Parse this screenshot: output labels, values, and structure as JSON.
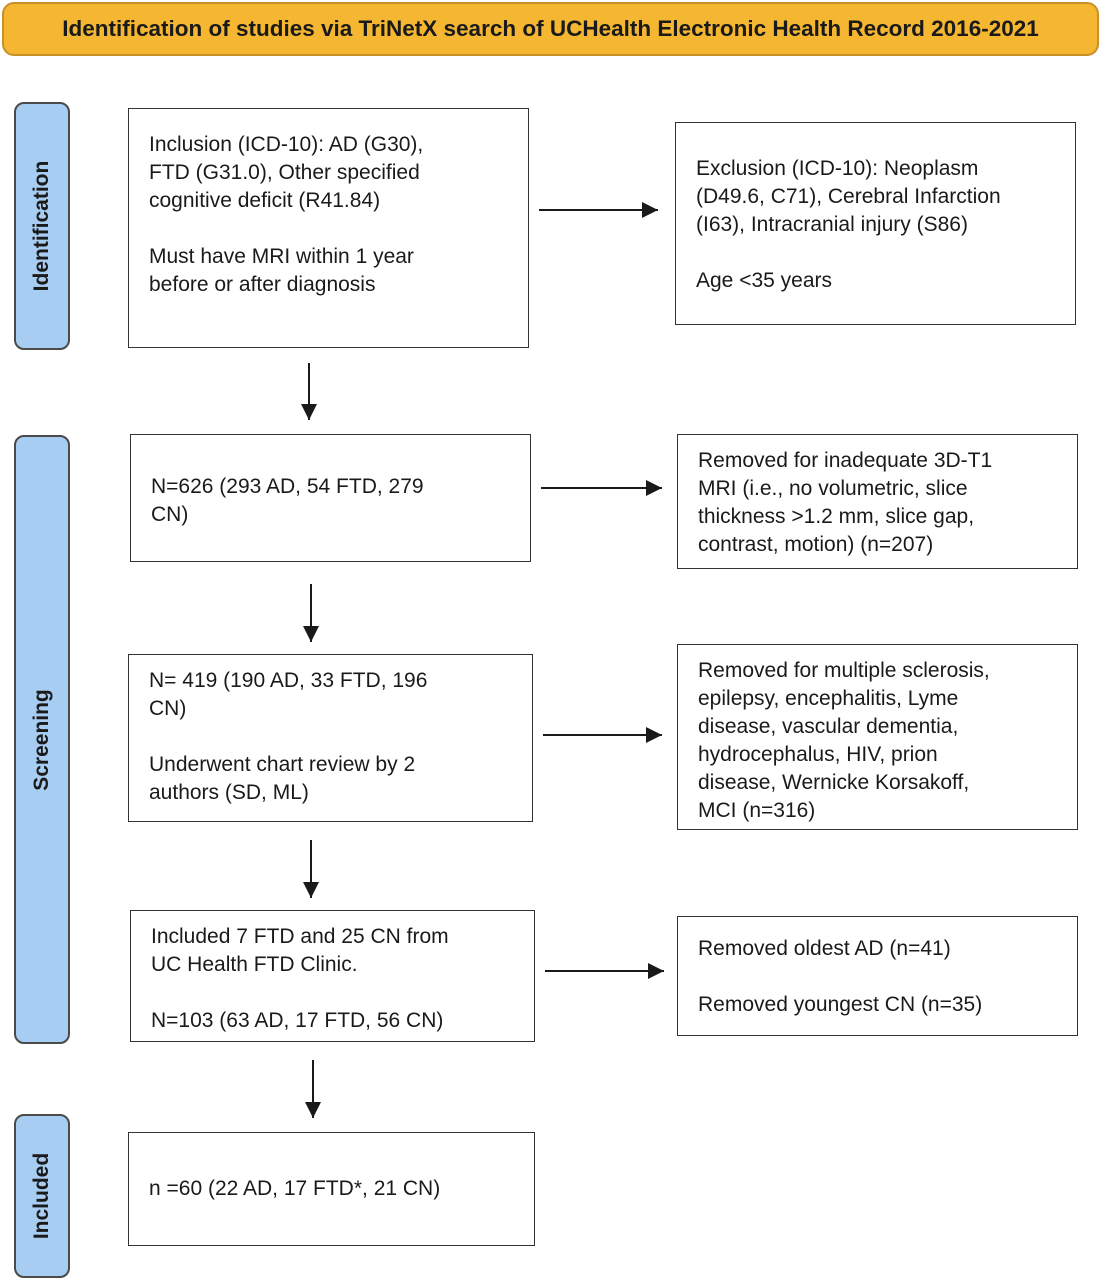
{
  "header": {
    "title": "Identification of studies via TriNetX search of UCHealth Electronic Health Record 2016-2021"
  },
  "phases": {
    "identification": "Identification",
    "screening": "Screening",
    "included": "Included"
  },
  "boxes": {
    "inclusion": {
      "line1": "Inclusion (ICD-10): AD (G30),",
      "line2": "FTD (G31.0), Other specified",
      "line3": "cognitive deficit (R41.84)",
      "line4": "Must have MRI within 1 year",
      "line5": "before or after diagnosis"
    },
    "exclusion": {
      "line1": "Exclusion (ICD-10): Neoplasm",
      "line2": "(D49.6, C71), Cerebral Infarction",
      "line3": "(I63), Intracranial injury (S86)",
      "line4": "Age <35 years"
    },
    "n626": {
      "line1": "N=626 (293 AD, 54 FTD, 279",
      "line2": "CN)"
    },
    "removed_mri": {
      "line1": "Removed for inadequate 3D-T1",
      "line2": "MRI (i.e., no volumetric, slice",
      "line3": "thickness >1.2 mm, slice gap,",
      "line4": "contrast, motion) (n=207)"
    },
    "n419": {
      "line1": "N= 419 (190 AD, 33 FTD, 196",
      "line2": "CN)",
      "line3": "Underwent chart review by 2",
      "line4": "authors (SD, ML)"
    },
    "removed_ms": {
      "line1": "Removed for multiple sclerosis,",
      "line2": "epilepsy, encephalitis, Lyme",
      "line3": "disease, vascular dementia,",
      "line4": "hydrocephalus, HIV, prion",
      "line5": "disease, Wernicke Korsakoff,",
      "line6": "MCI (n=316)"
    },
    "n103": {
      "line1": "Included 7 FTD and 25 CN from",
      "line2": "UC Health FTD Clinic.",
      "line3": "N=103 (63 AD, 17 FTD, 56 CN)"
    },
    "removed_oldest": {
      "line1": "Removed oldest AD (n=41)",
      "line2": "Removed youngest CN (n=35)"
    },
    "n60": {
      "line1": "n =60 (22 AD, 17 FTD*, 21 CN)"
    }
  }
}
